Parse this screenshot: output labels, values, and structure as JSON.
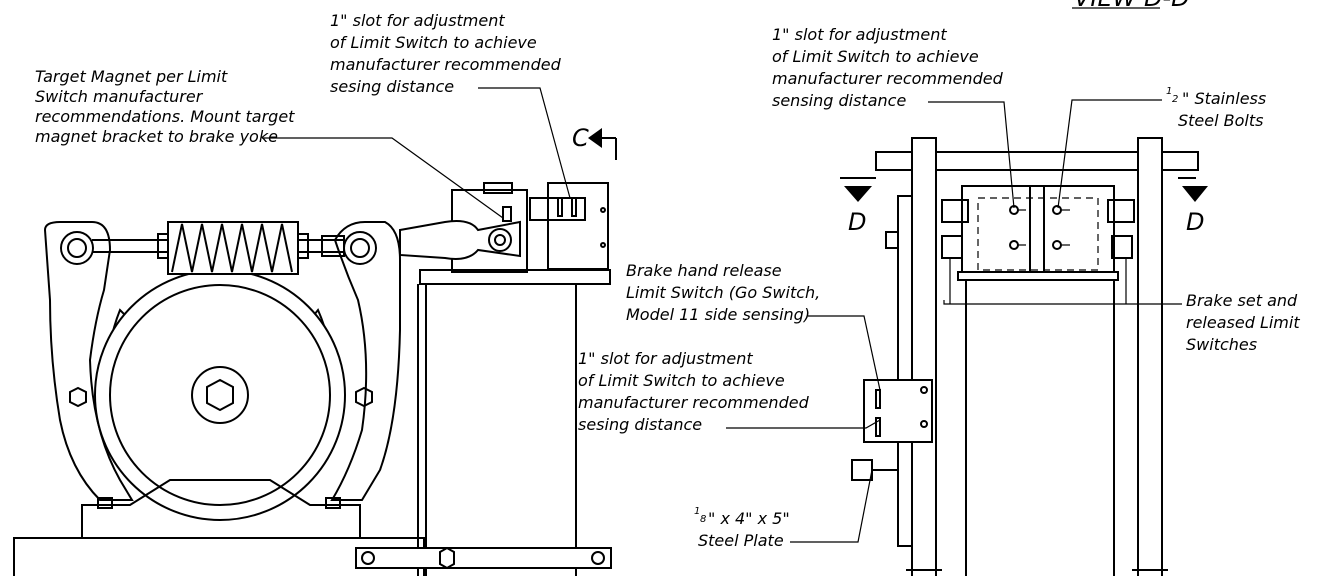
{
  "view_title": "VIEW D-D",
  "section_c": "C",
  "section_d_left": "D",
  "section_d_right": "D",
  "labels": {
    "target_magnet": [
      "Target Magnet per Limit",
      "Switch manufacturer",
      "recommendations. Mount target",
      "magnet bracket to brake yoke"
    ],
    "slot_top_left": [
      "1\" slot for adjustment",
      "of Limit Switch to achieve",
      "manufacturer recommended",
      "sesing distance"
    ],
    "slot_top_right": [
      "1\" slot for adjustment",
      "of Limit Switch to achieve",
      "manufacturer recommended",
      "sensing distance"
    ],
    "stainless_bolts": [
      "\" Stainless",
      "Steel Bolts"
    ],
    "bolt_fraction": "1",
    "bolt_denominator": "2",
    "hand_release": [
      "Brake hand release",
      "Limit Switch (Go Switch,",
      "Model 11 side sensing)"
    ],
    "slot_mid": [
      "1\" slot for adjustment",
      "of Limit Switch to achieve",
      "manufacturer recommended",
      "sesing distance"
    ],
    "brake_switches": [
      "Brake set and",
      "released Limit",
      "Switches"
    ],
    "steel_plate": [
      "\" x 4\" x 5\"",
      "Steel Plate"
    ],
    "plate_fraction": "1",
    "plate_denominator": "8"
  }
}
